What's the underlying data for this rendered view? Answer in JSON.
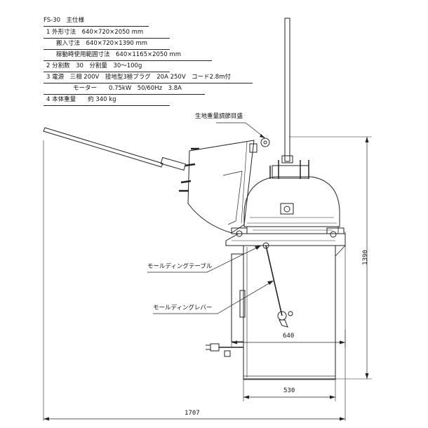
{
  "specs": {
    "model": "FS-30　主仕様",
    "line1": "1  外形寸法　640×720×2050 mm",
    "line1b": "搬入寸法　640×720×1390 mm",
    "line1c": "稼動時使用範囲寸法　640×1165×2050 mm",
    "line2": "2  分割数　30　分割量　30～100g",
    "line3": "3  電源　三相 200V　接地型3極プラグ　20A 250V　コード2.8m付",
    "line3b": "モーター　　0.75kW　50/60Hz　3.8A",
    "line4": "4  本体重量　　約 340 kg"
  },
  "callouts": {
    "weight_adjust": "生地重量調節目盛",
    "molding_table": "モールディングテーブル",
    "molding_lever": "モールディングレバー"
  },
  "dimensions": {
    "height": "1390",
    "width_top": "640",
    "width_base": "530",
    "total_width": "1707"
  }
}
